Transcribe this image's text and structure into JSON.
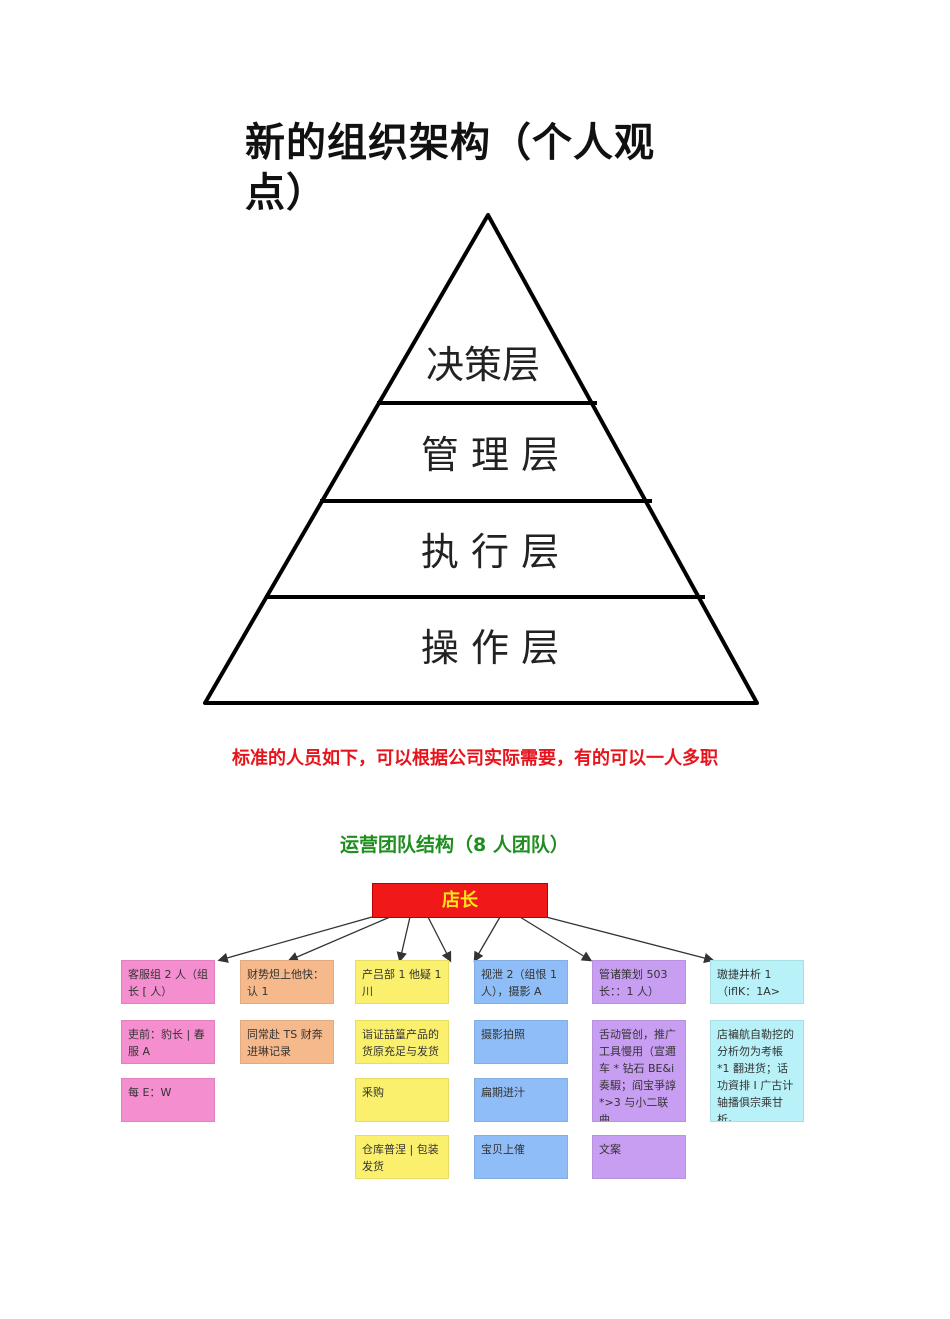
{
  "title": "新的组织架构（个人观点）",
  "pyramid": {
    "layers": [
      "决策层",
      "管 理 层",
      "执 行 层",
      "操 作 层"
    ]
  },
  "note": "标准的人员如下，可以根据公司实际需要，有的可以一人多职",
  "team": {
    "title": "运营团队结构（8 人团队）",
    "head": "店长",
    "columns": [
      {
        "color": "#f58ecf",
        "boxes": [
          "客服组 2 人（组长 [ 人）",
          "吏前：豹长 | 春服 A",
          "每 E：W"
        ]
      },
      {
        "color": "#f6b98c",
        "boxes": [
          "财势炟上他快：认 1",
          "同常赴 TS 财奔进琳记录"
        ]
      },
      {
        "color": "#fbf06e",
        "boxes": [
          "产吕部 1 他疑 1 川",
          "诣证喆篁产品的货原充足与发货",
          "釆购",
          "仓库普涅 | 包装发货"
        ]
      },
      {
        "color": "#8fbdf7",
        "boxes": [
          "视泄 2（组恨 1 人），摄影 A",
          "摄影拍照",
          "扁期迸汁",
          "宝贝上傕"
        ]
      },
      {
        "color": "#c89ef2",
        "boxes": [
          "管诸策划 503 长：：1 人）",
          "舌动管创，推广工具慢用（宣邇车 * 钻石 BE&i 奏騢；阎宝爭諄 *>3 与小二联曲",
          "文案"
        ]
      },
      {
        "color": "#b8f2f8",
        "boxes": [
          "璈捷井析 1（iflK：1A>",
          "店褊航自勒挖的分析勿为考帳 *1 翻进货；话功資排 I 广古计轴播俱宗乘甘析。"
        ]
      }
    ]
  }
}
